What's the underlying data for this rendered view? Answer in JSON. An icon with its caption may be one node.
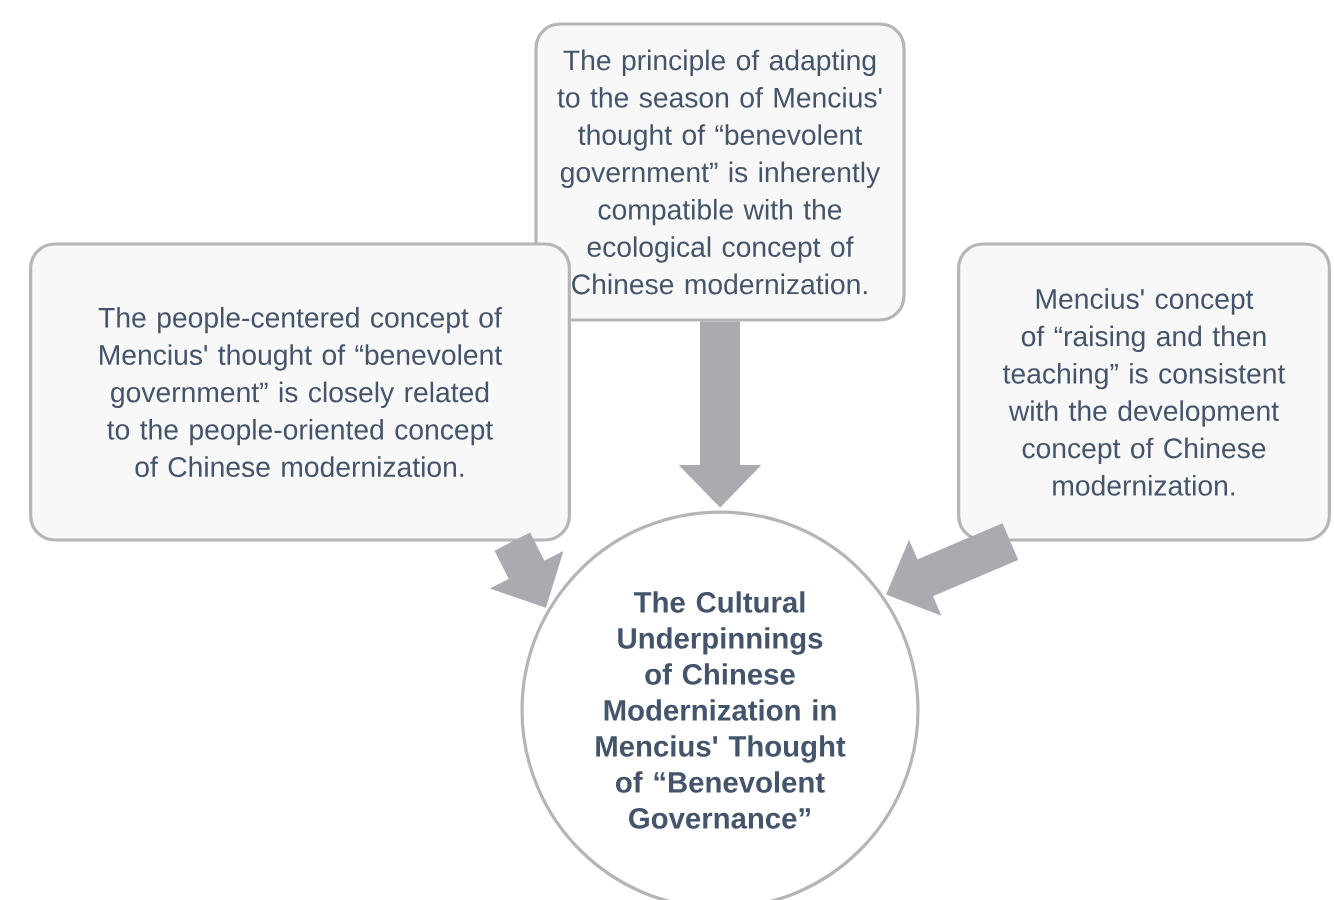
{
  "diagram": {
    "nodes": [
      {
        "text": [
          "The principle of adapting to the season of Mencius' thought of “benevolent government” is inherently compatible with the ecological concept of Chinese modernization."
        ]
      },
      {
        "text": [
          "The people-centered concept of Mencius' thought of “benevolent government” is closely related to the people-oriented concept of Chinese modernization."
        ]
      },
      {
        "text": [
          "Mencius' concept of “raising and then teaching” is consistent with the development concept of Chinese modernization."
        ]
      },
      {
        "text": [
          "The Cultural Underpinnings of Chinese Modernization in Mencius' Thought of “Benevolent Governance”"
        ]
      }
    ],
    "edges": [
      {
        "from": 0,
        "to": 3,
        "arrow": "to"
      },
      {
        "from": 1,
        "to": 3,
        "arrow": "to"
      },
      {
        "from": 2,
        "to": 3,
        "arrow": "to"
      }
    ]
  }
}
